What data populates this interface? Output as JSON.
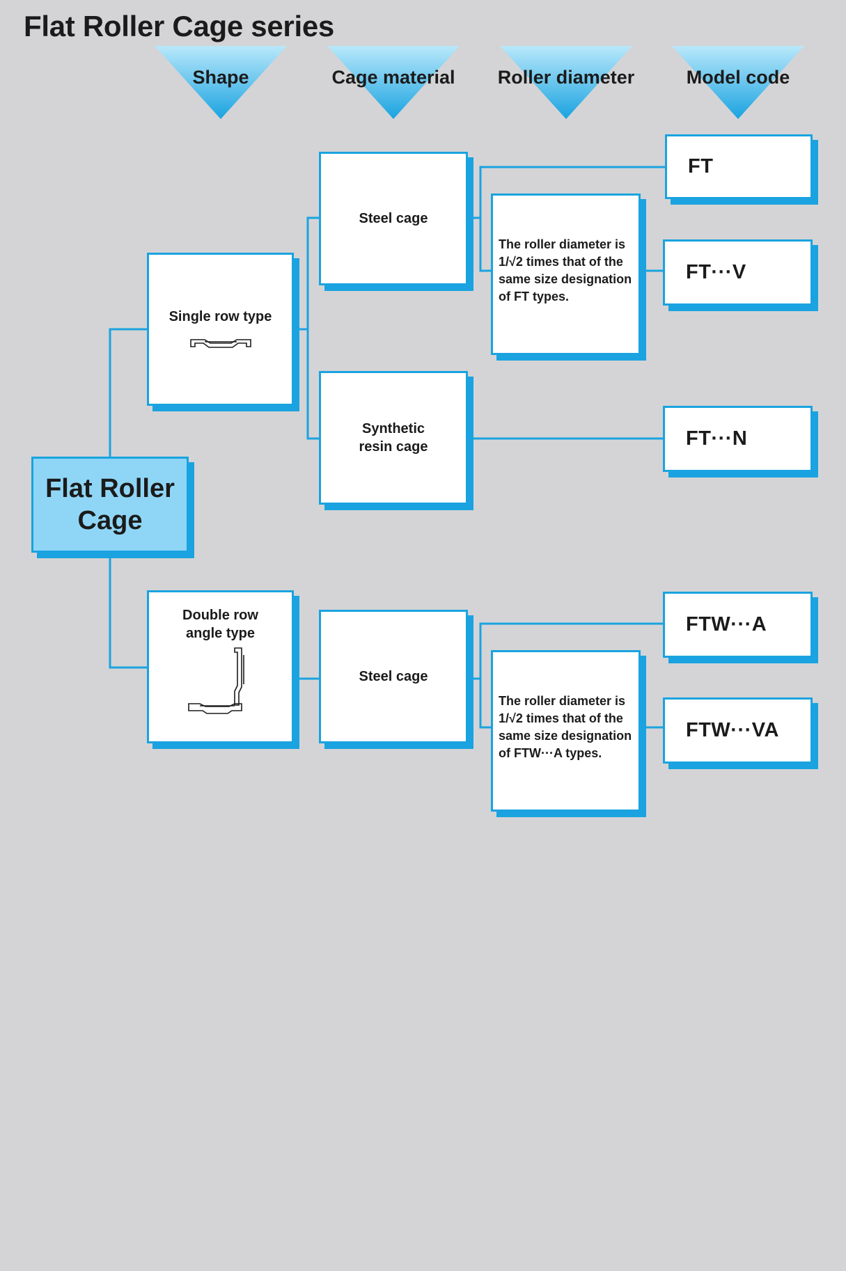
{
  "title": "Flat Roller Cage series",
  "colors": {
    "accent": "#1aa3e0",
    "root_fill": "#8fd6f6",
    "background": "#d4d4d6"
  },
  "columns": [
    "Shape",
    "Cage material",
    "Roller diameter",
    "Model code"
  ],
  "root": {
    "line1": "Flat Roller",
    "line2": "Cage"
  },
  "shapes": {
    "single": "Single row type",
    "double_line1": "Double row",
    "double_line2": "angle type"
  },
  "materials": {
    "steel_1": "Steel cage",
    "resin_line1": "Synthetic",
    "resin_line2": "resin cage",
    "steel_2": "Steel cage"
  },
  "notes": {
    "ft": [
      "The roller diameter is",
      "1/√2 times that of the",
      "same size designation",
      "of FT types."
    ],
    "ftw": [
      "The roller diameter is",
      "1/√2 times that of the",
      "same size designation",
      "of FTW···A types."
    ]
  },
  "codes": {
    "ft": "FT",
    "ft_v": "FT···V",
    "ft_n": "FT···N",
    "ftw_a": "FTW···A",
    "ftw_va": "FTW···VA"
  }
}
